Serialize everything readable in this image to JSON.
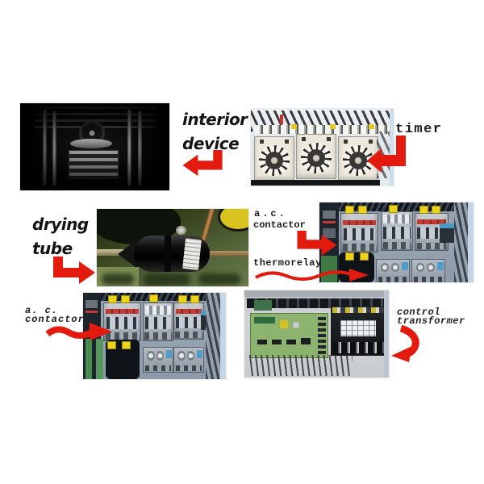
{
  "colors": {
    "background": "#ffffff",
    "arrow_red": "#e31b0e",
    "label_text": "#141414"
  },
  "annotations": {
    "interior_device": {
      "lines": [
        "interior",
        "device"
      ]
    },
    "timer": {
      "label": "timer"
    },
    "drying_tube": {
      "lines": [
        "drying",
        "tube"
      ]
    },
    "ac_contactor_upper": {
      "lines": [
        "a.c.",
        "contactor"
      ]
    },
    "thermorelay": {
      "label": "thermorelay"
    },
    "ac_contactor_lower": {
      "lines": [
        "a. c.",
        "contactor"
      ]
    },
    "control_transformer": {
      "lines": [
        "control",
        "transformer"
      ]
    }
  },
  "photos": [
    {
      "name": "interior-device-photo"
    },
    {
      "name": "timer-photo"
    },
    {
      "name": "drying-tube-photo"
    },
    {
      "name": "ac-contactor-thermorelay-photo"
    },
    {
      "name": "ac-contactor-photo"
    },
    {
      "name": "control-transformer-photo"
    }
  ]
}
